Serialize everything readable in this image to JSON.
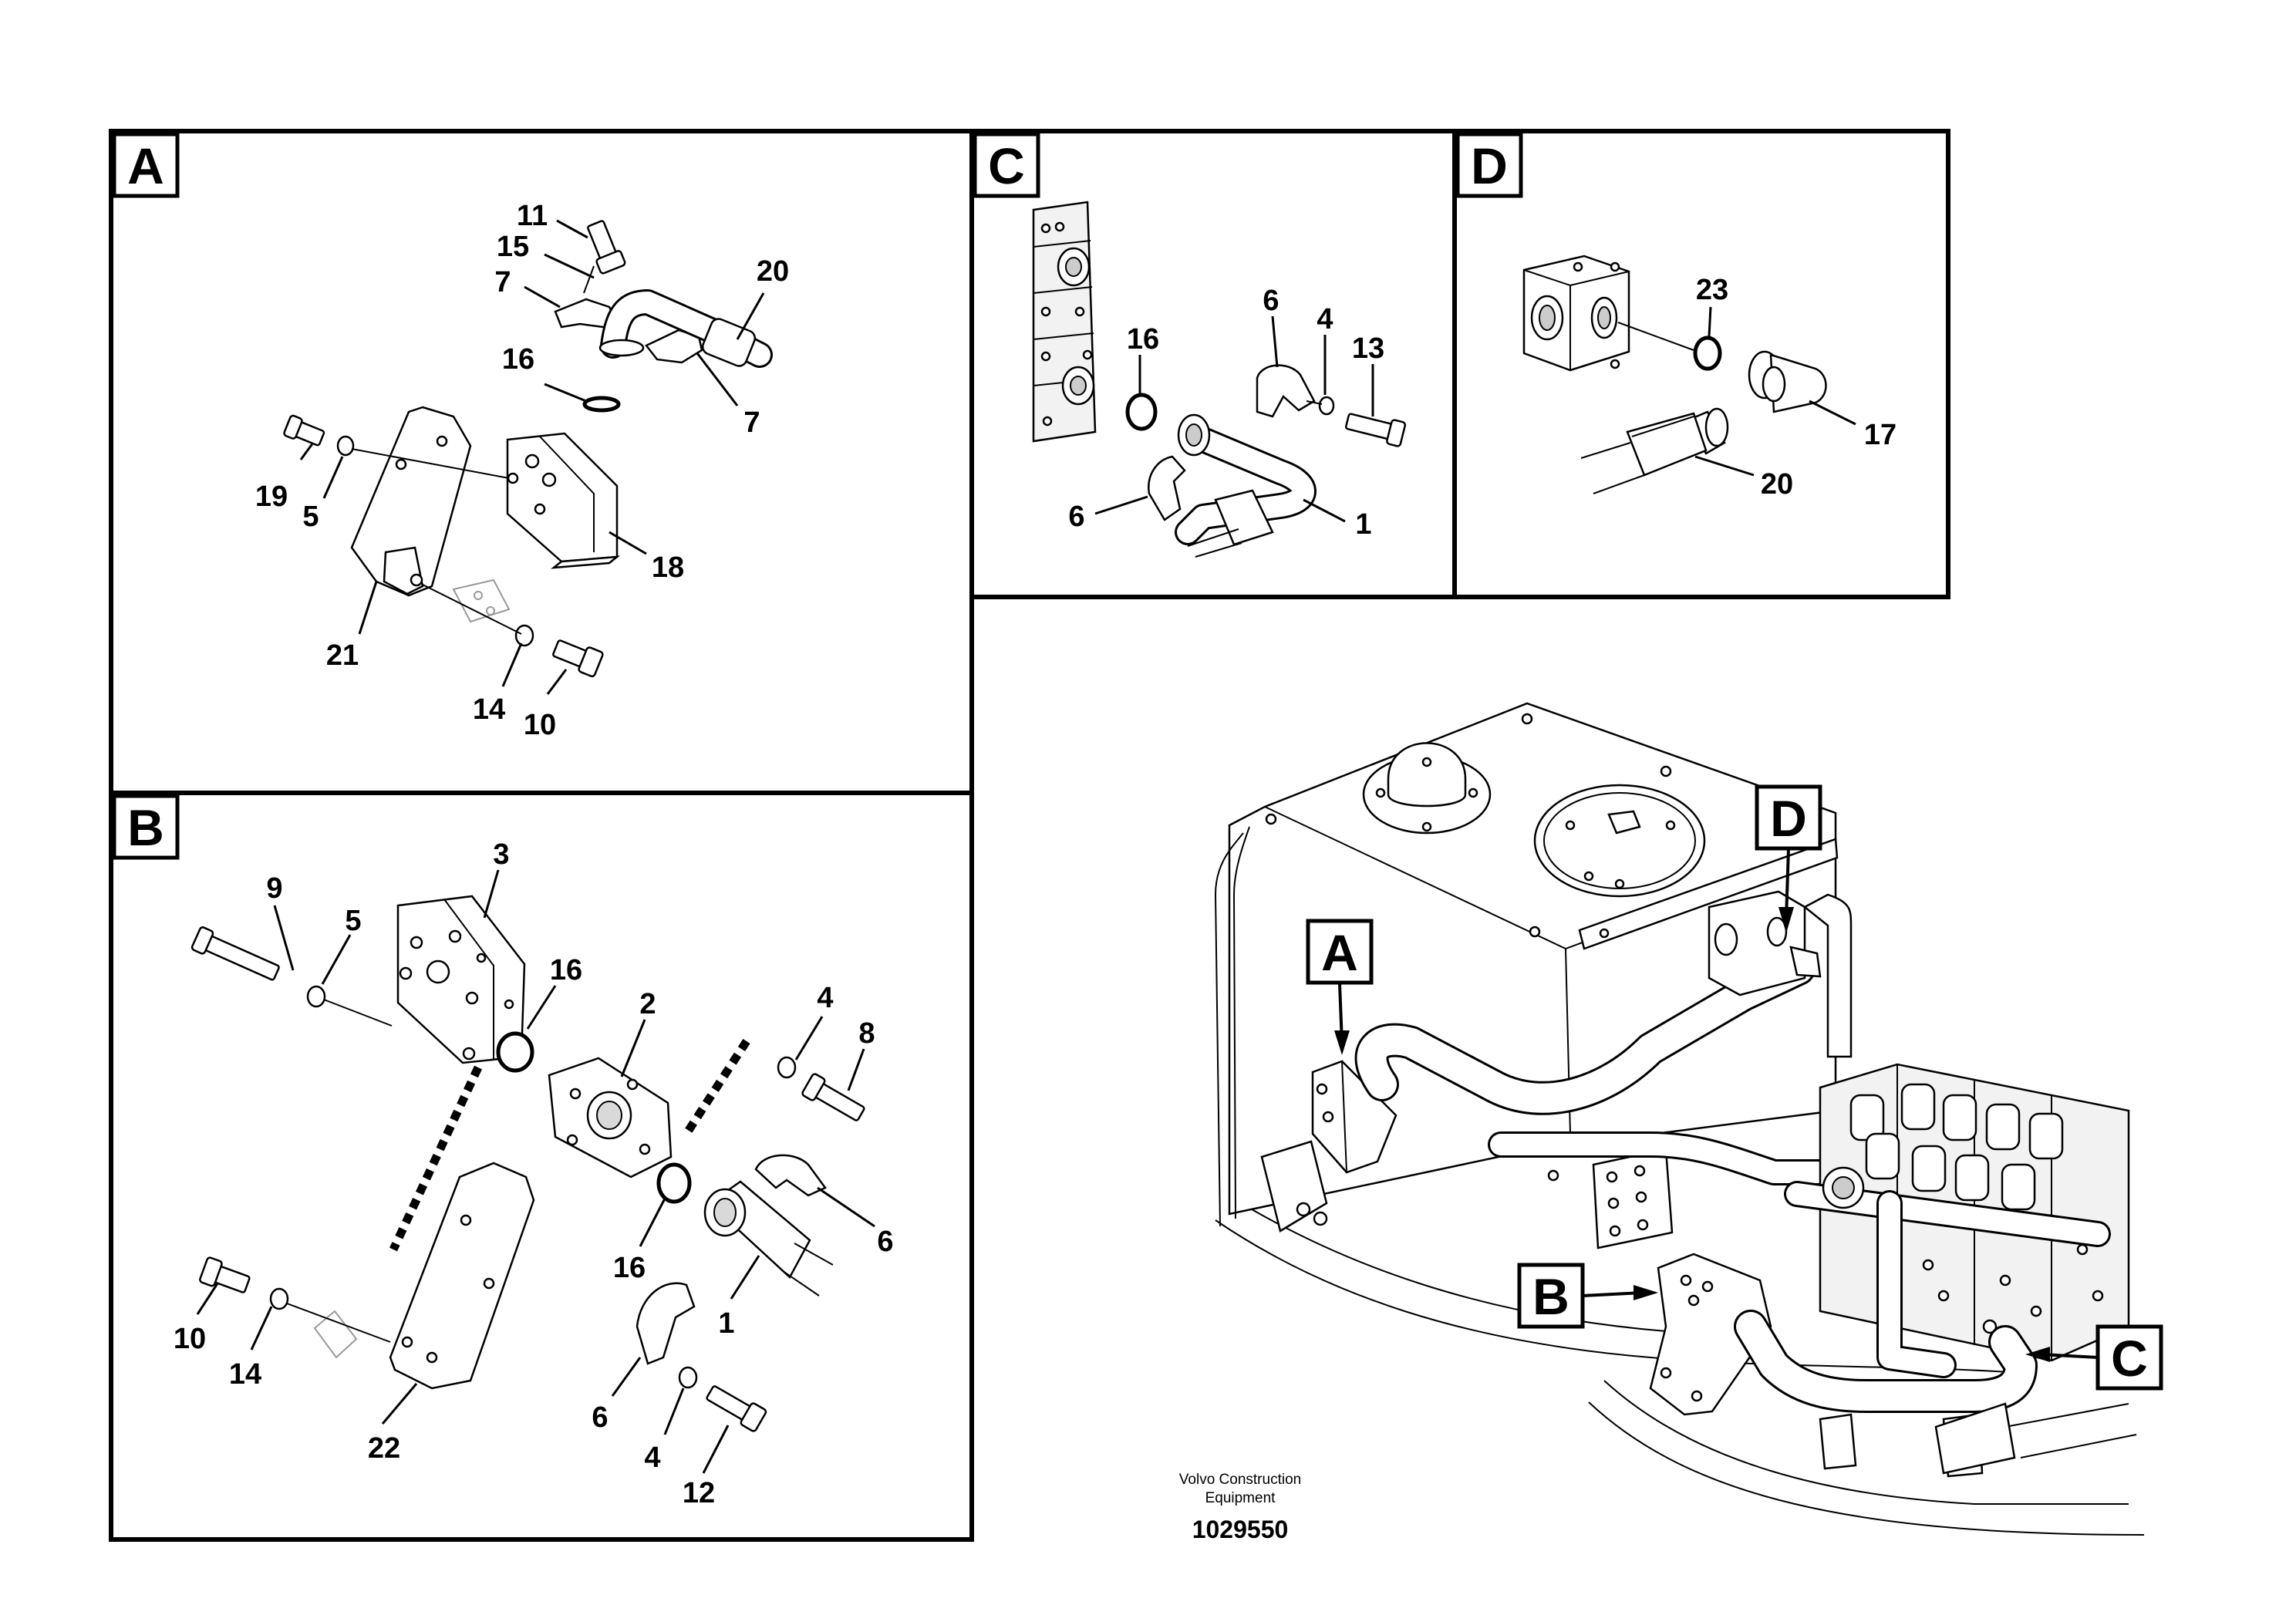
{
  "panels": {
    "a": {
      "letter": "A",
      "labels": [
        "11",
        "15",
        "7",
        "20",
        "16",
        "7",
        "19",
        "5",
        "18",
        "21",
        "14",
        "10"
      ]
    },
    "b": {
      "letter": "B",
      "labels": [
        "9",
        "5",
        "3",
        "16",
        "2",
        "4",
        "8",
        "6",
        "16",
        "1",
        "10",
        "14",
        "22",
        "6",
        "4",
        "12"
      ]
    },
    "c": {
      "letter": "C",
      "labels": [
        "16",
        "6",
        "4",
        "13",
        "6",
        "1"
      ]
    },
    "d": {
      "letter": "D",
      "labels": [
        "23",
        "17",
        "20"
      ]
    }
  },
  "overview": {
    "callouts": [
      "A",
      "D",
      "B",
      "C"
    ]
  },
  "footer": {
    "brand_line1": "Volvo Construction",
    "brand_line2": "Equipment",
    "drawing_number": "1029550"
  },
  "colors": {
    "ink": "#000000",
    "paper": "#ffffff"
  }
}
